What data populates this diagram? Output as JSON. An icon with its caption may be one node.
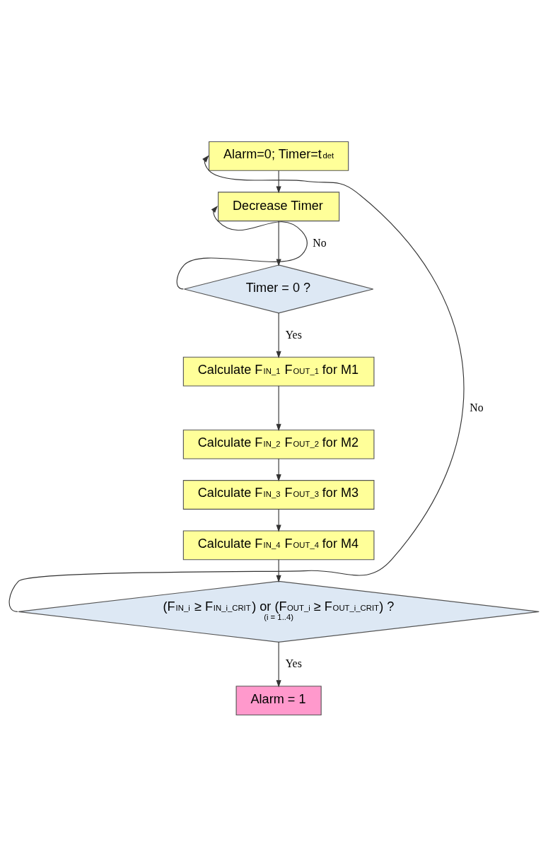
{
  "diagram": {
    "nodes": [
      {
        "text": [
          "Alarm=0; Timer=t$_{det}$"
        ]
      },
      {
        "text": [
          "Decrease Timer"
        ]
      },
      {
        "text": [
          "Timer = 0 ?"
        ]
      },
      {
        "text": [
          "Calculate F$_{IN_1}$ F$_{OUT_1}$ for M1"
        ]
      },
      {
        "text": [
          "Calculate F$_{IN_2}$ F$_{OUT_2}$ for M2"
        ]
      },
      {
        "text": [
          "Calculate F$_{IN_3}$ F$_{OUT_3}$ for M3"
        ]
      },
      {
        "text": [
          "Calculate F$_{IN_4}$ F$_{OUT_4}$ for M4"
        ]
      },
      {
        "text": [
          "(F$_{IN_i}$ ≥ F$_{IN_i_CRIT}$) or (F$_{OUT_i}$ ≥ F$_{OUT_i_CRIT}$) ?",
          "(i = 1..4)"
        ]
      },
      {
        "text": [
          "Alarm = 1"
        ]
      }
    ],
    "edges": [
      {
        "from": 0,
        "to": 1,
        "arrow": "to"
      },
      {
        "from": 1,
        "to": 2,
        "arrow": "to"
      },
      {
        "from": 2,
        "to": 1,
        "arrow": "to",
        "label": "No"
      },
      {
        "from": 2,
        "to": 3,
        "arrow": "to",
        "label": "Yes"
      },
      {
        "from": 3,
        "to": 4,
        "arrow": "to"
      },
      {
        "from": 4,
        "to": 5,
        "arrow": "to"
      },
      {
        "from": 5,
        "to": 6,
        "arrow": "to"
      },
      {
        "from": 6,
        "to": 7,
        "arrow": "to"
      },
      {
        "from": 7,
        "to": 0,
        "arrow": "to",
        "label": "No"
      },
      {
        "from": 7,
        "to": 8,
        "arrow": "to",
        "label": "Yes"
      }
    ]
  }
}
